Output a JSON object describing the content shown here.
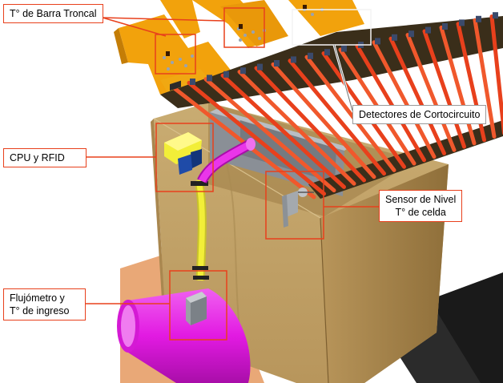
{
  "labels": {
    "busbar_temp": "T° de Barra Troncal",
    "short_circuit": "Detectores de Cortocircuito",
    "cpu_rfid": "CPU y RFID",
    "level_sensor_line1": "Sensor de Nivel",
    "level_sensor_line2": "T° de celda",
    "flowmeter_line1": "Flujómetro y",
    "flowmeter_line2": "T° de ingreso"
  },
  "colors": {
    "callout_border": "#e8401c",
    "leader_line": "#e8401c",
    "white_box": "#ffffff",
    "busbar": "#f2a20c",
    "anode_rod": "#e8401c",
    "cell_wall": "#c6a86c",
    "pipe_yellow": "#f2ee38",
    "pipe_magenta": "#e51be5",
    "floor": "#e9a877"
  }
}
